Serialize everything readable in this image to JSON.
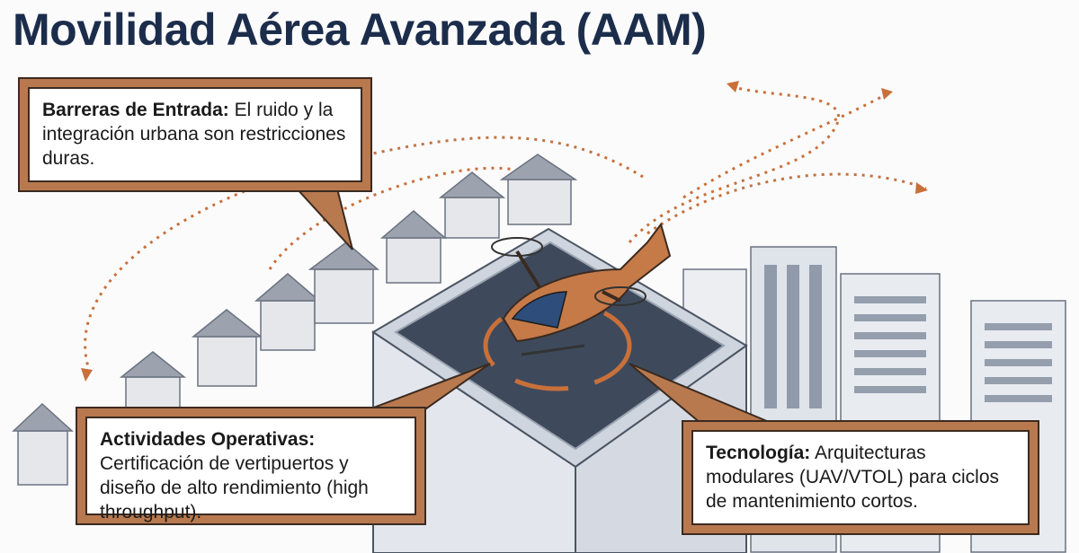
{
  "title": "Movilidad Aérea Avanzada (AAM)",
  "callouts": [
    {
      "heading": "Barreras de Entrada:",
      "text": " El ruido y la integración urbana son restricciones duras."
    },
    {
      "heading": "Actividades Operativas:",
      "text": " Certificación de vertipuertos y diseño de alto rendimiento (high throughput)."
    },
    {
      "heading": "Tecnología:",
      "text": " Arquitecturas modulares (UAV/VTOL) para ciclos de mantenimiento cortos."
    }
  ],
  "colors": {
    "title": "#1c2d4b",
    "accent": "#b8794f",
    "path": "#c9703a"
  }
}
